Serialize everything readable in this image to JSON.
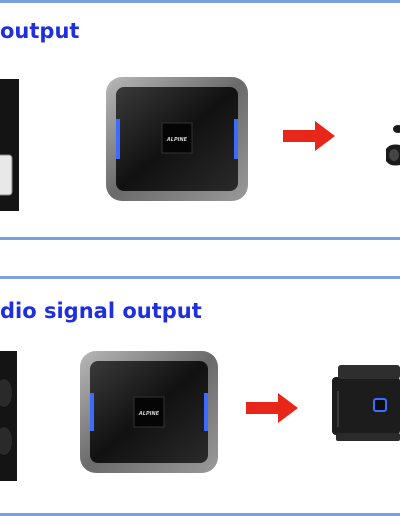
{
  "panels": [
    {
      "heading": "output"
    },
    {
      "heading": "dio signal output"
    }
  ],
  "devices": {
    "brand_logo": "ALPINE"
  },
  "colors": {
    "heading": "#1f2fe0",
    "divider": "#7aa0e0",
    "arrow": "#e8261a",
    "led": "#3c6cff"
  },
  "icons": [
    "head-unit-icon",
    "processor-unit-icon",
    "arrow-right-icon",
    "speaker-icon",
    "amplifier-icon"
  ]
}
